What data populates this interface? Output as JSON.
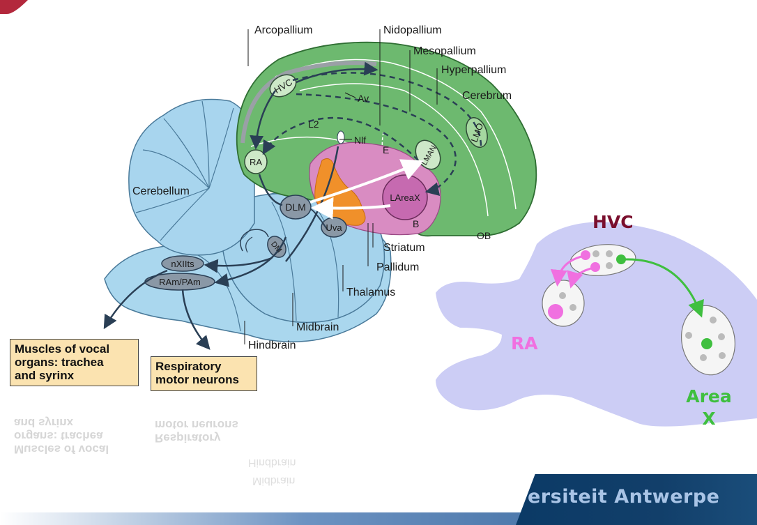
{
  "brain_diagram": {
    "region_labels": {
      "arcopallium": "Arcopallium",
      "nidopallium": "Nidopallium",
      "mesopallium": "Mesopallium",
      "hyperpallium": "Hyperpallium",
      "cerebrum": "Cerebrum",
      "cerebellum": "Cerebellum",
      "striatum": "Striatum",
      "pallidum": "Pallidum",
      "thalamus": "Thalamus",
      "midbrain": "Midbrain",
      "hindbrain": "Hindbrain"
    },
    "nucleus_labels": {
      "hvc": "HVC",
      "ra": "RA",
      "lmo": "LMO",
      "man": "LMAN",
      "lareax": "LAreaX",
      "dlm": "DLM",
      "uva": "Uva",
      "dm": "DM",
      "nxiits": "nXIIts",
      "rampam": "RAm/PAm",
      "nif": "Nlf",
      "av": "Av",
      "l2": "L2",
      "e": "E",
      "b": "B",
      "ob": "OB"
    },
    "output_boxes": {
      "muscles": [
        "Muscles of vocal",
        "organs: trachea",
        "and syrinx"
      ],
      "respiratory": [
        "Respiratory",
        "motor neurons"
      ]
    },
    "reflection": {
      "muscles": [
        "Muscles of vocal",
        "organs: trachea",
        "and syrinx"
      ],
      "respiratory": [
        "Respiratory",
        "motor neurons"
      ],
      "hindbrain": "Hindbrain",
      "midbrain": "Midbrain"
    }
  },
  "schematic": {
    "hvc_label": "HVC",
    "ra_label": "RA",
    "area_x_line1": "Area",
    "area_x_line2": "X",
    "colors": {
      "hvc": "#7a0f2e",
      "ra": "#f070e0",
      "area_x": "#3fbf3f",
      "silhouette": "#cccdf5"
    }
  },
  "footer": {
    "text": "ersiteit Antwerpe"
  }
}
